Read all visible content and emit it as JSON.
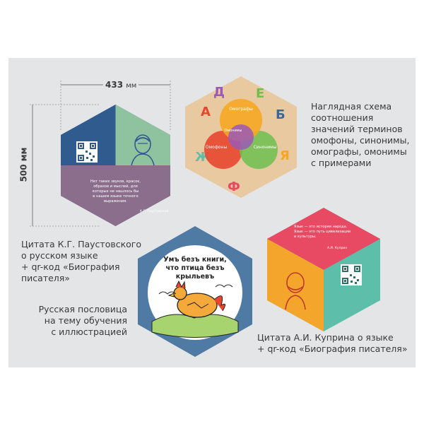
{
  "dimensions": {
    "width_label": "433",
    "width_unit": "мм",
    "height_label": "500 мм"
  },
  "captions": {
    "paustovsky": [
      "Цитата К.Г. Паустовского",
      "о русском языке",
      "+ qr-код «Биография",
      "писателя»"
    ],
    "proverb": [
      "Русская пословица",
      "на тему обучения",
      "с иллюстрацией"
    ],
    "scheme": [
      "Наглядная схема",
      "соотношения",
      "значений терминов",
      "омофоны, синонимы,",
      "омографы, омонимы",
      "с примерами"
    ],
    "kuprin": [
      "Цитата А.И. Куприна о языке",
      "+ qr-код «Биография писателя»"
    ]
  },
  "tiles": {
    "paustovsky": {
      "quote": [
        "Нет таких звуков, красок,",
        "образов и мыслей, для",
        "которых не нашлось бы",
        "в нашем языке точного",
        "выражения."
      ],
      "author": "К.Г. Паустовский",
      "colors": {
        "top": "#2f5b8f",
        "right": "#8fc3a0",
        "bottom": "#8b6e8c",
        "left": "#3d6699"
      }
    },
    "proverb": {
      "line1": "Умъ безъ книги,",
      "line2": "что птица безъ",
      "line3": "крыльевъ",
      "colors": {
        "frame": "#4f7aa3",
        "inner": "#ffffff"
      }
    },
    "scheme": {
      "labels": {
        "omografy": "Омографы",
        "omofony": "Омофоны",
        "omonimy": "Омонимы",
        "sinonimy": "Синонимы"
      },
      "colors": {
        "bg": "#e8c9a0",
        "orange": "#f6a623",
        "red": "#e8472f",
        "purple": "#9b59b6",
        "green": "#6fbf4f"
      }
    },
    "kuprin": {
      "quote": [
        "Язык — это история народа.",
        "Язык — это путь цивилизации",
        "и культуры."
      ],
      "author": "А.И. Куприн",
      "colors": {
        "top": "#e84a64",
        "left": "#f4a52c",
        "right": "#5dbfa9"
      }
    }
  }
}
